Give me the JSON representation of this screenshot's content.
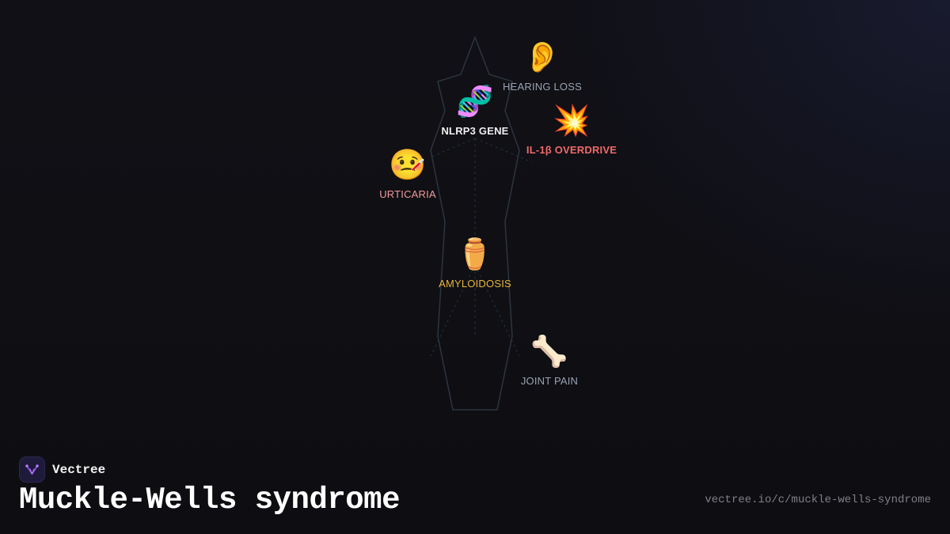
{
  "brand": {
    "name": "Vectree"
  },
  "title": "Muckle-Wells syndrome",
  "url": "vectree.io/c/muckle-wells-syndrome",
  "nodes": {
    "hearing_loss": {
      "icon": "👂",
      "icon_name": "ear-icon",
      "label": "HEARING LOSS",
      "color": "#9aa3b2"
    },
    "nlrp3_gene": {
      "icon": "🧬",
      "icon_name": "dna-icon",
      "label": "NLRP3 GENE",
      "color": "#f0f0f0"
    },
    "il1b_overdrive": {
      "icon": "💥",
      "icon_name": "explosion-icon",
      "label": "IL-1β OVERDRIVE",
      "color": "#f06a6a"
    },
    "urticaria": {
      "icon": "🤒",
      "icon_name": "sick-face-icon",
      "label": "URTICARIA",
      "color": "#f29a9a"
    },
    "amyloidosis": {
      "icon": "⚱️",
      "icon_name": "urn-icon",
      "label": "AMYLOIDOSIS",
      "color": "#e8b53a"
    },
    "joint_pain": {
      "icon": "🦴",
      "icon_name": "bone-icon",
      "label": "JOINT PAIN",
      "color": "#9aa3b2"
    }
  }
}
